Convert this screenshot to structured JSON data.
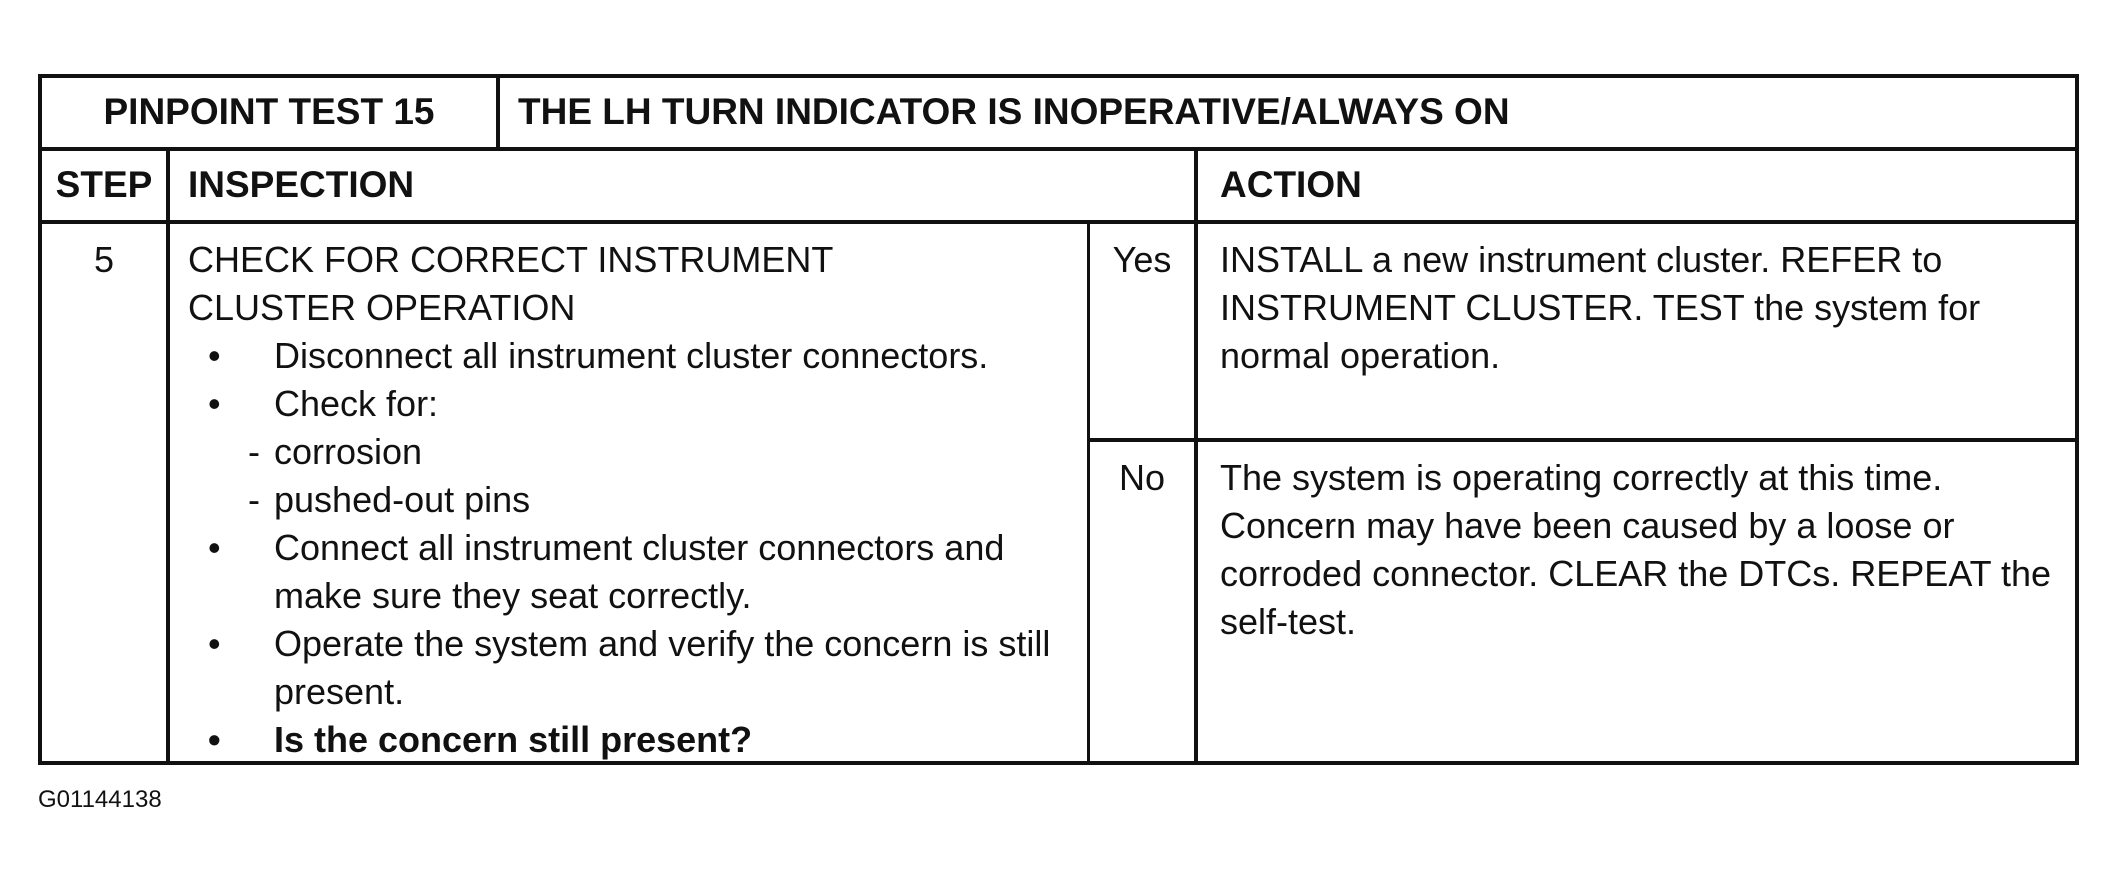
{
  "header": {
    "test_label": "PINPOINT TEST 15",
    "test_title": "THE LH TURN INDICATOR IS INOPERATIVE/ALWAYS ON"
  },
  "columns": {
    "step": "STEP",
    "inspection": "INSPECTION",
    "action": "ACTION"
  },
  "step": {
    "number": "5",
    "title": "CHECK FOR CORRECT INSTRUMENT CLUSTER OPERATION",
    "items": [
      "Disconnect all instrument cluster connectors.",
      "Check for:",
      "Connect all instrument cluster connectors and make sure they seat correctly.",
      "Operate the system and verify the concern is still present.",
      "Is the concern still present?"
    ],
    "check_for": [
      "corrosion",
      "pushed-out pins"
    ]
  },
  "results": {
    "yes": {
      "label": "Yes",
      "action": "INSTALL a new instrument cluster. REFER to INSTRUMENT CLUSTER. TEST the system for normal operation."
    },
    "no": {
      "label": "No",
      "action": "The system is operating correctly at this time. Concern may have been caused by a loose or corroded connector. CLEAR the DTCs. REPEAT the self-test."
    }
  },
  "figure_code": "G01144138"
}
